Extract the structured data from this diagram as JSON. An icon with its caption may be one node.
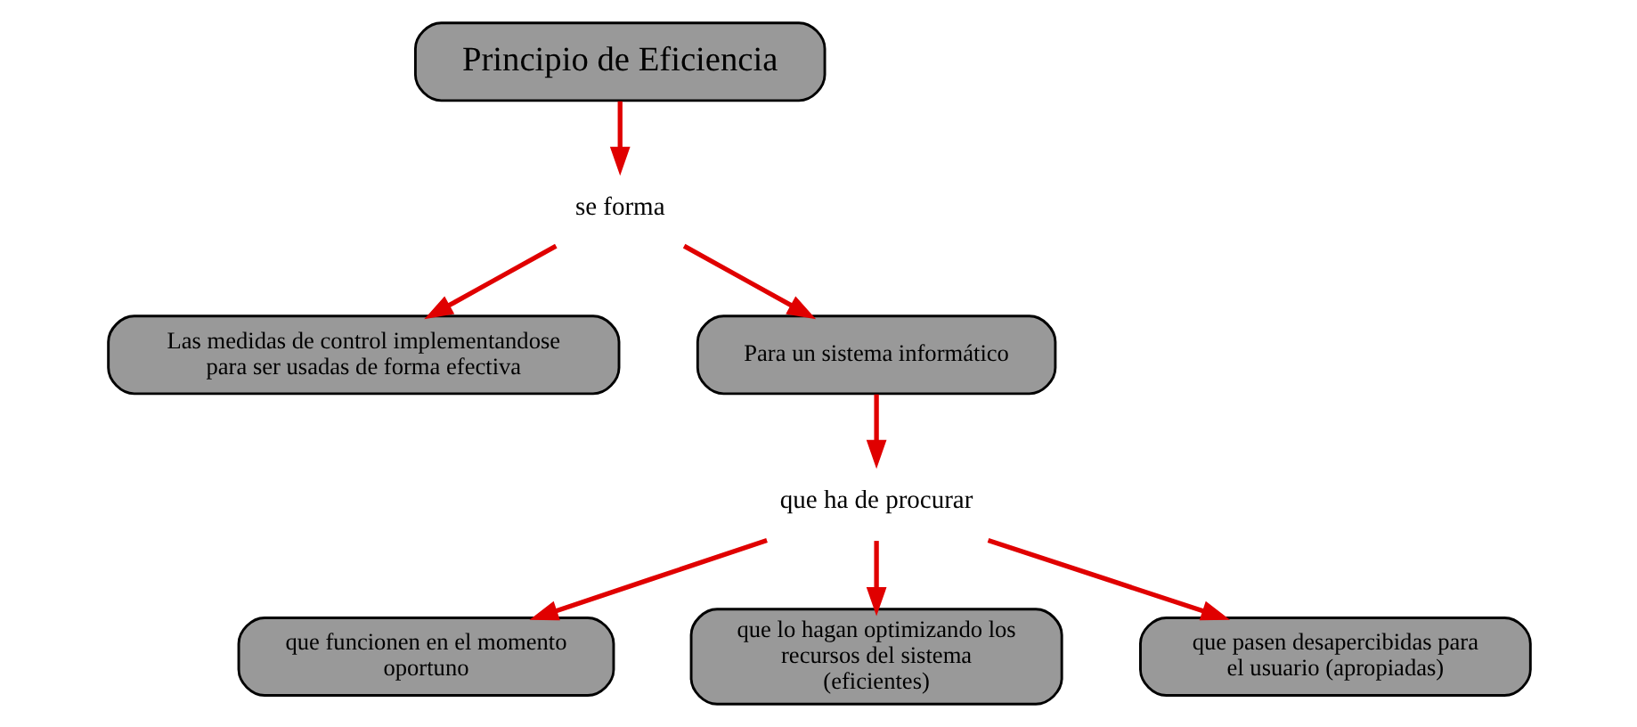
{
  "diagram": {
    "nodes": [
      {
        "text": [
          "Principio de Eficiencia"
        ]
      },
      {
        "text": [
          "se forma"
        ]
      },
      {
        "text": [
          "Las medidas de control implementandose para ser usadas de forma efectiva"
        ]
      },
      {
        "text": [
          "Para un sistema informático"
        ]
      },
      {
        "text": [
          "que ha de procurar"
        ]
      },
      {
        "text": [
          "que funcionen en el momento oportuno"
        ]
      },
      {
        "text": [
          "que lo hagan optimizando los recursos del sistema (eficientes)"
        ]
      },
      {
        "text": [
          "que pasen desapercibidas para el usuario (apropiadas)"
        ]
      }
    ],
    "edges": [
      {
        "from": 0,
        "to": 1,
        "arrow": "to"
      },
      {
        "from": 1,
        "to": 2,
        "arrow": "to"
      },
      {
        "from": 1,
        "to": 3,
        "arrow": "to"
      },
      {
        "from": 3,
        "to": 4,
        "arrow": "to"
      },
      {
        "from": 4,
        "to": 5,
        "arrow": "to"
      },
      {
        "from": 4,
        "to": 6,
        "arrow": "to"
      },
      {
        "from": 4,
        "to": 7,
        "arrow": "to"
      }
    ]
  }
}
